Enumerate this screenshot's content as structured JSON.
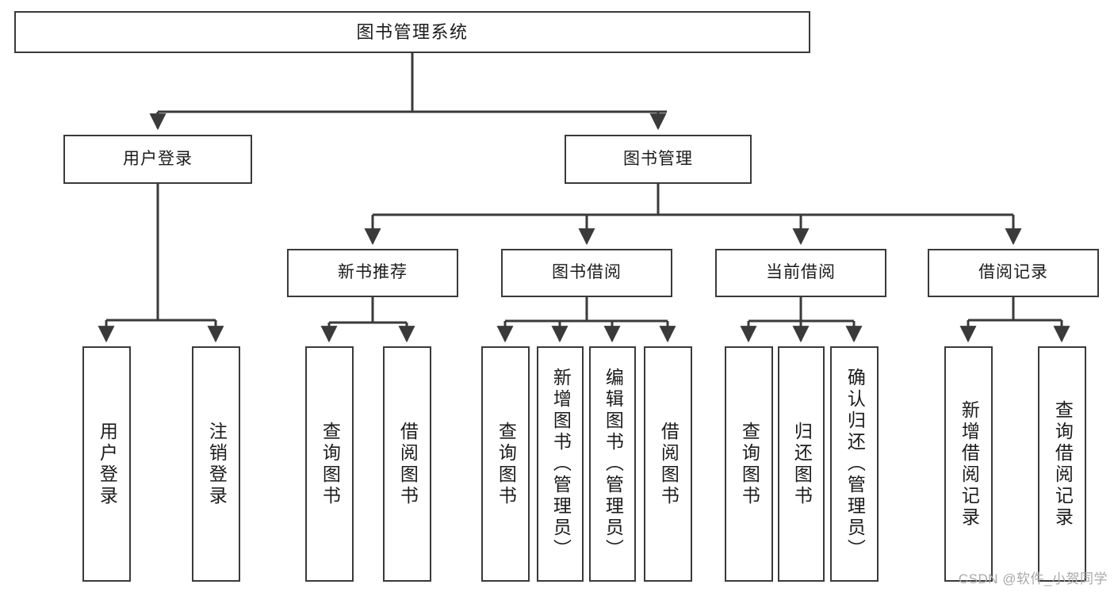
{
  "diagram": {
    "type": "tree-hierarchy",
    "title": "图书管理系统",
    "orientation": "top-down",
    "colors": {
      "box_border": "#3a3a3a",
      "box_fill": "#ffffff",
      "connector": "#3a3a3a",
      "text": "#1b1b1b",
      "watermark": "#a9a9a9",
      "background": "#ffffff"
    },
    "levels": {
      "root": "图书管理系统",
      "level2": [
        "用户登录",
        "图书管理"
      ],
      "level3": [
        "新书推荐",
        "图书借阅",
        "当前借阅",
        "借阅记录"
      ],
      "level4": [
        "用户登录",
        "注销登录",
        "查询图书",
        "借阅图书",
        "查询图书",
        "新增图书（管理员）",
        "编辑图书（管理员）",
        "借阅图书",
        "查询图书",
        "归还图书",
        "确认归还（管理员）",
        "新增借阅记录",
        "查询借阅记录"
      ]
    },
    "nodes": {
      "root": {
        "label": "图书管理系统"
      },
      "user_login": {
        "label": "用户登录"
      },
      "book_manage": {
        "label": "图书管理"
      },
      "new_book_rec": {
        "label": "新书推荐"
      },
      "book_borrow": {
        "label": "图书借阅"
      },
      "current_borrow": {
        "label": "当前借阅"
      },
      "borrow_record": {
        "label": "借阅记录"
      },
      "leaf_user_login": {
        "label": "用户登录"
      },
      "leaf_logout": {
        "label": "注销登录"
      },
      "leaf_query_book_1": {
        "label": "查询图书"
      },
      "leaf_borrow_book_1": {
        "label": "借阅图书"
      },
      "leaf_query_book_2": {
        "label": "查询图书"
      },
      "leaf_add_book_admin": {
        "label": "新增图书（管理员）"
      },
      "leaf_edit_book_admin": {
        "label": "编辑图书（管理员）"
      },
      "leaf_borrow_book_2": {
        "label": "借阅图书"
      },
      "leaf_query_book_3": {
        "label": "查询图书"
      },
      "leaf_return_book": {
        "label": "归还图书"
      },
      "leaf_confirm_return_admin": {
        "label": "确认归还（管理员）"
      },
      "leaf_add_record": {
        "label": "新增借阅记录"
      },
      "leaf_query_record": {
        "label": "查询借阅记录"
      }
    },
    "edges": [
      {
        "from": "root",
        "to": "user_login"
      },
      {
        "from": "root",
        "to": "book_manage"
      },
      {
        "from": "user_login",
        "to": "leaf_user_login"
      },
      {
        "from": "user_login",
        "to": "leaf_logout"
      },
      {
        "from": "book_manage",
        "to": "new_book_rec"
      },
      {
        "from": "book_manage",
        "to": "book_borrow"
      },
      {
        "from": "book_manage",
        "to": "current_borrow"
      },
      {
        "from": "book_manage",
        "to": "borrow_record"
      },
      {
        "from": "new_book_rec",
        "to": "leaf_query_book_1"
      },
      {
        "from": "new_book_rec",
        "to": "leaf_borrow_book_1"
      },
      {
        "from": "book_borrow",
        "to": "leaf_query_book_2"
      },
      {
        "from": "book_borrow",
        "to": "leaf_add_book_admin"
      },
      {
        "from": "book_borrow",
        "to": "leaf_edit_book_admin"
      },
      {
        "from": "book_borrow",
        "to": "leaf_borrow_book_2"
      },
      {
        "from": "current_borrow",
        "to": "leaf_query_book_3"
      },
      {
        "from": "current_borrow",
        "to": "leaf_return_book"
      },
      {
        "from": "current_borrow",
        "to": "leaf_confirm_return_admin"
      },
      {
        "from": "borrow_record",
        "to": "leaf_add_record"
      },
      {
        "from": "borrow_record",
        "to": "leaf_query_record"
      }
    ],
    "watermark": "CSDN @软件_小贺同学"
  }
}
